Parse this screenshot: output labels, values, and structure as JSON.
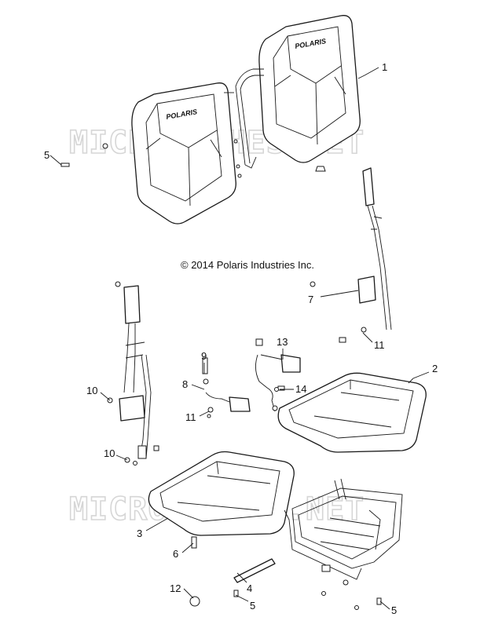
{
  "copyright": "© 2014 Polaris Industries Inc.",
  "watermark": "MICROFICHES.NET",
  "brand_logo": "POLARIS",
  "callouts": [
    {
      "id": "c1",
      "label": "1"
    },
    {
      "id": "c2",
      "label": "2"
    },
    {
      "id": "c3",
      "label": "3"
    },
    {
      "id": "c4",
      "label": "4"
    },
    {
      "id": "c5a",
      "label": "5"
    },
    {
      "id": "c5b",
      "label": "5"
    },
    {
      "id": "c5c",
      "label": "5"
    },
    {
      "id": "c6",
      "label": "6"
    },
    {
      "id": "c7",
      "label": "7"
    },
    {
      "id": "c8",
      "label": "8"
    },
    {
      "id": "c9",
      "label": "9"
    },
    {
      "id": "c10a",
      "label": "10"
    },
    {
      "id": "c10b",
      "label": "10"
    },
    {
      "id": "c11a",
      "label": "11"
    },
    {
      "id": "c11b",
      "label": "11"
    },
    {
      "id": "c12",
      "label": "12"
    },
    {
      "id": "c13",
      "label": "13"
    },
    {
      "id": "c14",
      "label": "14"
    }
  ]
}
